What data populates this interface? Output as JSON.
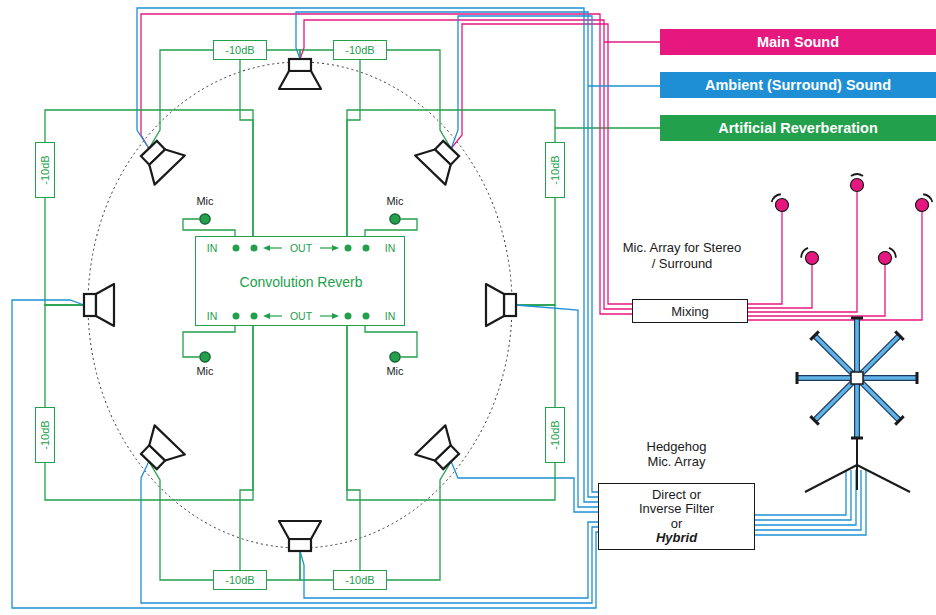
{
  "diagram": {
    "nodes": [
      {
        "text": [
          "-10dB"
        ]
      },
      {
        "text": [
          "-10dB"
        ]
      },
      {
        "text": [
          "-10dB"
        ]
      },
      {
        "text": [
          "-10dB"
        ]
      },
      {
        "text": [
          "Mic"
        ]
      },
      {
        "text": [
          "Mic"
        ]
      },
      {
        "text": [
          "IN",
          "OUT",
          "IN",
          "Convolution Reverb",
          "IN",
          "OUT",
          "IN"
        ]
      },
      {
        "text": [
          "Mic"
        ]
      },
      {
        "text": [
          "Mic"
        ]
      },
      {
        "text": [
          "Mixing"
        ]
      },
      {
        "text": [
          "-10dB"
        ]
      },
      {
        "text": [
          "-10dB"
        ]
      },
      {
        "text": [
          "Hedgehog Mic. Array",
          "Direct or Inverse Filter or",
          "Hybrid"
        ]
      },
      {
        "text": [
          "-10dB"
        ]
      },
      {
        "text": [
          "-10dB"
        ]
      }
    ],
    "edges": [
      {
        "from": 4,
        "to": 6,
        "arrow": "none"
      },
      {
        "from": 5,
        "to": 6,
        "arrow": "none"
      },
      {
        "from": 7,
        "to": 6,
        "arrow": "none"
      },
      {
        "from": 8,
        "to": 6,
        "arrow": "none"
      },
      {
        "from": 6,
        "to": 0,
        "arrow": "none"
      },
      {
        "from": 6,
        "to": 2,
        "arrow": "none"
      },
      {
        "from": 6,
        "to": 1,
        "arrow": "none"
      },
      {
        "from": 6,
        "to": 3,
        "arrow": "none"
      },
      {
        "from": 6,
        "to": 13,
        "arrow": "none"
      },
      {
        "from": 6,
        "to": 10,
        "arrow": "none"
      },
      {
        "from": 6,
        "to": 14,
        "arrow": "none"
      },
      {
        "from": 6,
        "to": 11,
        "arrow": "none"
      }
    ],
    "labels": [
      "Mic. Array for Stereo / Surround"
    ],
    "legend": [
      {
        "text": "Main Sound",
        "color": "#e6177f"
      },
      {
        "text": "Ambient (Surround) Sound",
        "color": "#1e8fd5"
      },
      {
        "text": "Artificial Reverberation",
        "color": "#22a04b"
      }
    ]
  }
}
